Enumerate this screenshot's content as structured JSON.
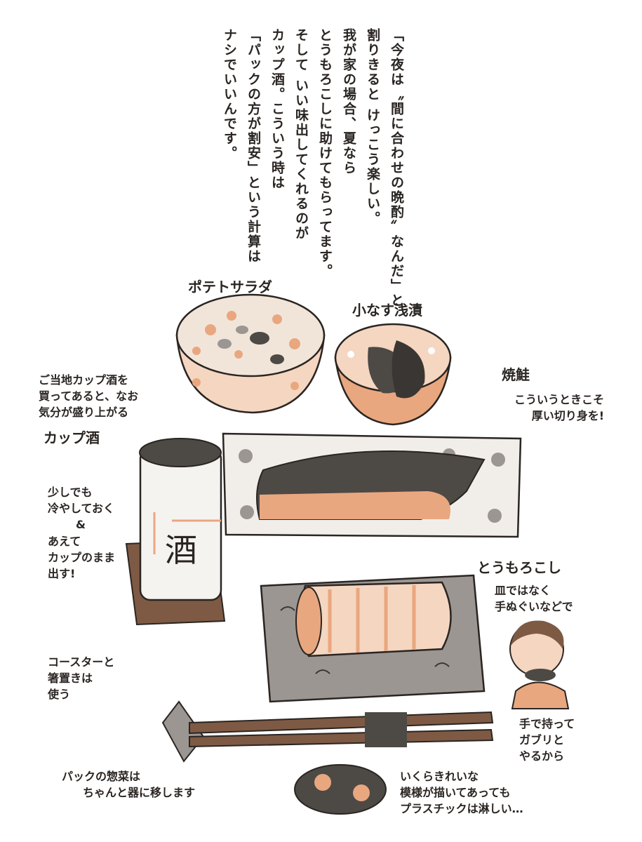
{
  "vertical_text": [
    "「今夜は〝間に合わせの晩酌〟なんだ」と",
    "割りきると けっこう楽しい。",
    "我が家の場合、夏なら",
    "とうもろこしに助けてもらってます。",
    "そして いい味出してくれるのが",
    "カップ酒。こういう時は",
    "「パックの方が割安」という計算は",
    "ナシでいいんです。"
  ],
  "labels": {
    "potato_salad": "ポテトサラダ",
    "eggplant": "小なす浅漬",
    "salmon": "焼鮭",
    "salmon_note": [
      "こういうときこそ",
      "厚い切り身を!"
    ],
    "cup_sake_intro": [
      "ご当地カップ酒を",
      "買ってあると、なお",
      "気分が盛り上がる"
    ],
    "cup_sake": "カップ酒",
    "cup_char": "酒",
    "chill_note": [
      "少しでも",
      "冷やしておく",
      "&",
      "あえて",
      "カップのまま",
      "出す!"
    ],
    "corn": "とうもろこし",
    "corn_note": [
      "皿ではなく",
      "手ぬぐいなどで"
    ],
    "coaster_note": [
      "コースターと",
      "箸置きは",
      "使う"
    ],
    "hand_note": [
      "手で持って",
      "ガブリと",
      "やるから"
    ],
    "pack_note": [
      "パックの惣菜は",
      "ちゃんと器に移します"
    ],
    "plastic_note": [
      "いくらきれいな",
      "模様が描いてあっても",
      "プラスチックは淋しい…"
    ]
  },
  "colors": {
    "orange": "#e9a77f",
    "light_orange": "#f5d6c0",
    "gray": "#9b9691",
    "dark_gray": "#4d4945",
    "brown": "#7e5a44",
    "ink": "#2a2522"
  }
}
